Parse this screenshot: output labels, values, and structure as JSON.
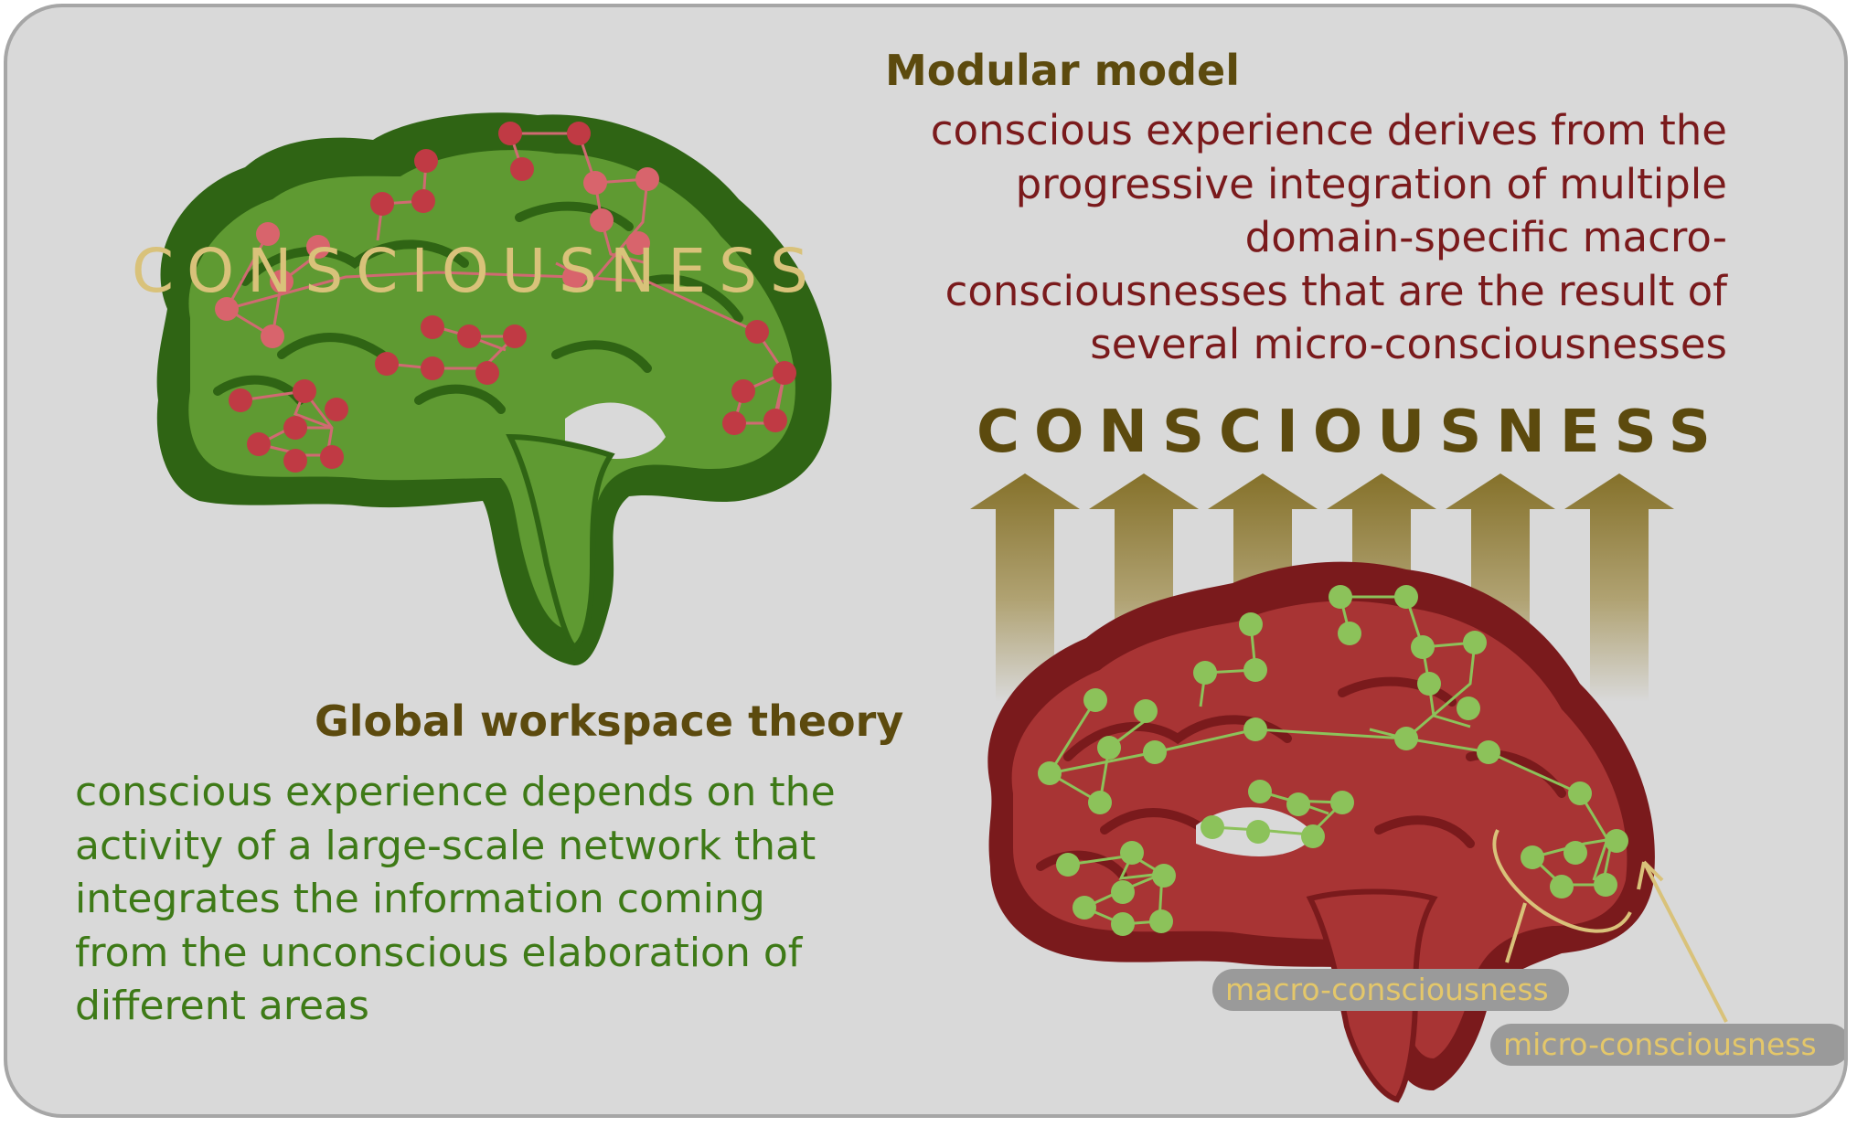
{
  "modular_model": {
    "title": "Modular model",
    "body_lines": [
      "conscious experience derives from the",
      "progressive integration of multiple",
      "domain-specific macro-",
      "consciousnesses that are the result of",
      "several micro-consciousnesses"
    ],
    "consciousness_label": "CONSCIOUSNESS",
    "brain_color": "#a83434",
    "node_color": "#8cc25a",
    "arrow_color": "#8b7630",
    "macro_label": "macro-consciousness",
    "micro_label": "micro-consciousness"
  },
  "global_workspace": {
    "title": "Global workspace theory",
    "consciousness_label": "CONSCIOUSNESS",
    "body_lines": [
      "conscious experience depends on the",
      "activity of a large-scale network that",
      "integrates the information coming",
      "from the unconscious elaboration of",
      "different areas"
    ],
    "brain_color": "#5f9a32",
    "node_color": "#c03a44"
  }
}
